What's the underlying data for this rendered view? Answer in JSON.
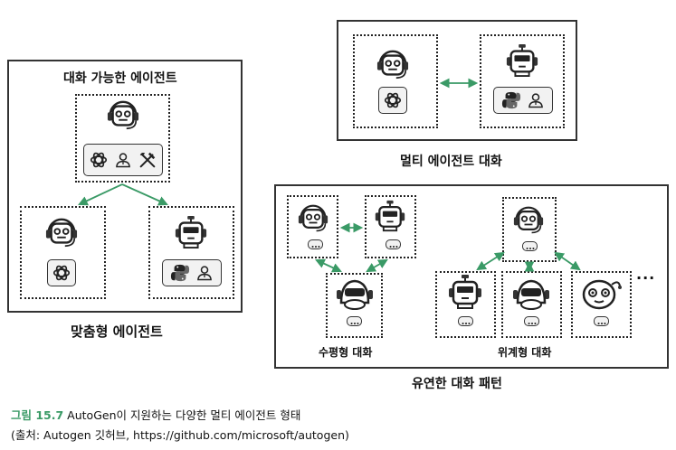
{
  "sections": {
    "conversable": {
      "title": "대화 가능한 에이전트"
    },
    "customized": {
      "title": "맞춤형 에이전트"
    },
    "multi": {
      "title": "멀티 에이전트 대화"
    },
    "flexible": {
      "title": "유연한 대화 패턴",
      "horizontal": "수평형 대화",
      "hierarchical": "위계형 대화",
      "ellipsis": "..."
    }
  },
  "icons": [
    "robot-headset-icon",
    "robot-antenna-icon",
    "openai-logo-icon",
    "python-logo-icon",
    "user-icon",
    "tools-icon"
  ],
  "caption": {
    "figure_label": "그림 15.7",
    "figure_text": " AutoGen이 지원하는 다양한 멀티 에이전트 형태",
    "source": "(출처: Autogen 깃허브, https://github.com/microsoft/autogen)"
  },
  "colors": {
    "arrow": "#3a9a66",
    "border": "#333333",
    "icon_bg": "#f2f2f2"
  }
}
